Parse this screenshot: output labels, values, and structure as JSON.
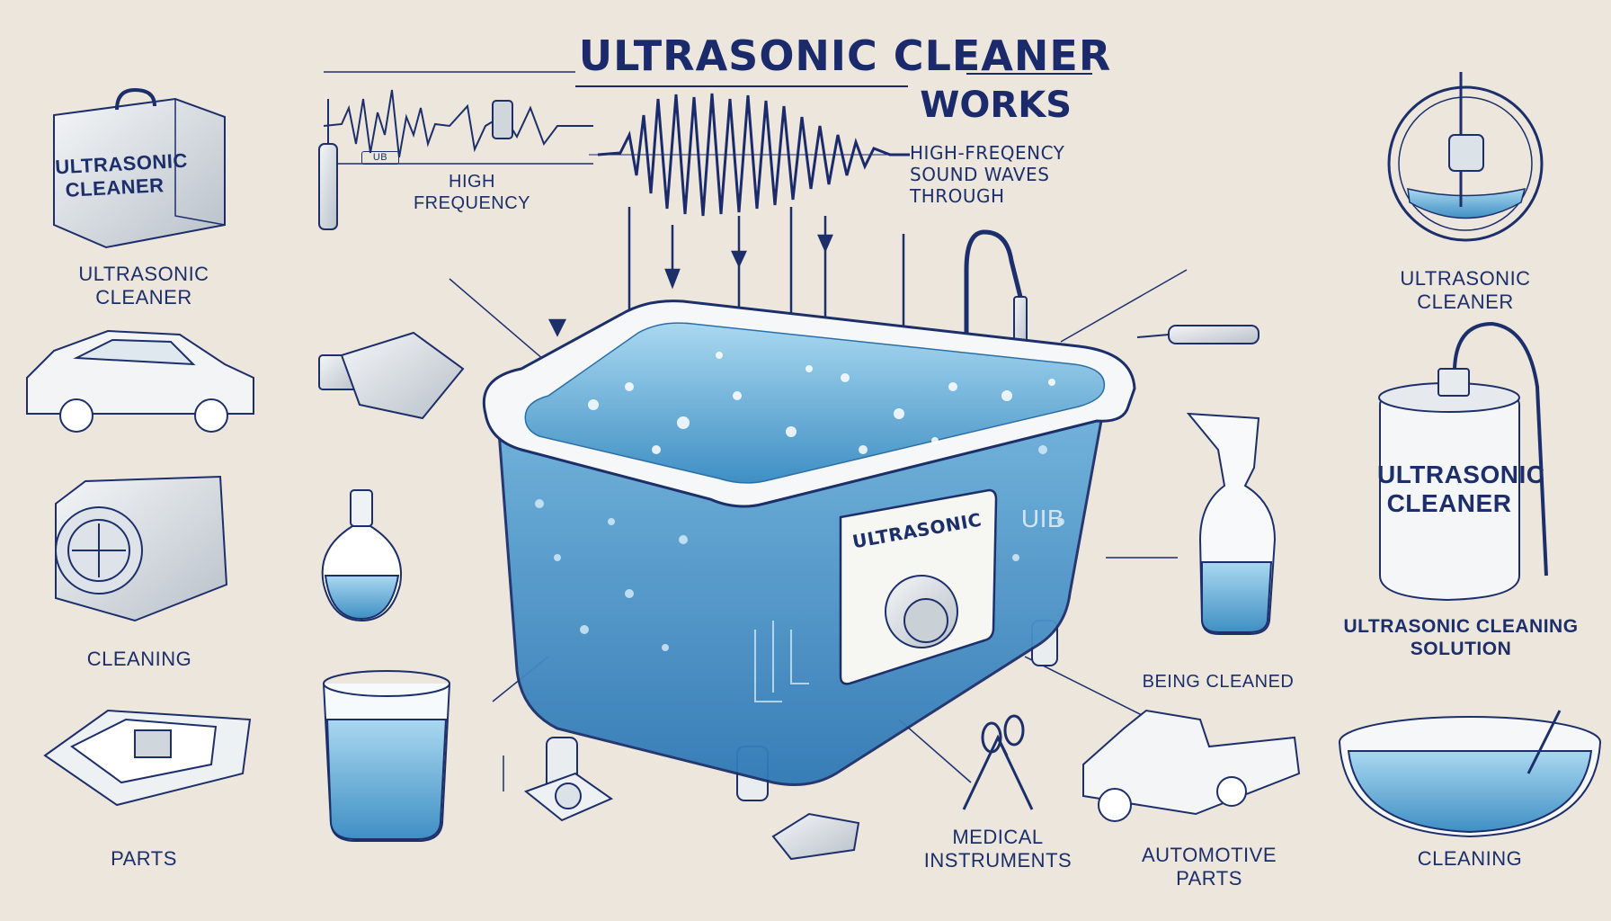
{
  "title": {
    "line1": "ULTRASONIC CLEANER",
    "line2": "WORKS"
  },
  "wave_labels": {
    "high_frequency": "HIGH\nFREQUENCY",
    "sound_waves": "HIGH-FREQENCY\nSOUND WAVES\nTHROUGH"
  },
  "left_column": {
    "cleaner_box_text": "ULTRASONIC\nCLEANER",
    "cleaner_caption": "ULTRASONIC\nCLEANER",
    "cleaning_caption": "CLEANING",
    "parts_caption": "PARTS"
  },
  "center": {
    "panel_brand": "ULTRASONIC",
    "tank_mark": "UIB",
    "small_tag": "UB",
    "medical_caption": "MEDICAL\nINSTRUMENTS",
    "being_cleaned_caption": "BEING CLEANED",
    "automotive_caption": "AUTOMOTIVE\nPARTS"
  },
  "right_column": {
    "ring_caption": "ULTRASONIC\nCLEANER",
    "bottle_text": "ULTRASONIC\nCLEANER",
    "solution_caption": "ULTRASONIC CLEANING\nSOLUTION",
    "bowl_caption": "CLEANING"
  },
  "colors": {
    "background": "#ece6dd",
    "ink": "#1d2f6b",
    "water": "#7fbde0",
    "water_dark": "#3f8fc4",
    "metal": "#d8dde2"
  }
}
